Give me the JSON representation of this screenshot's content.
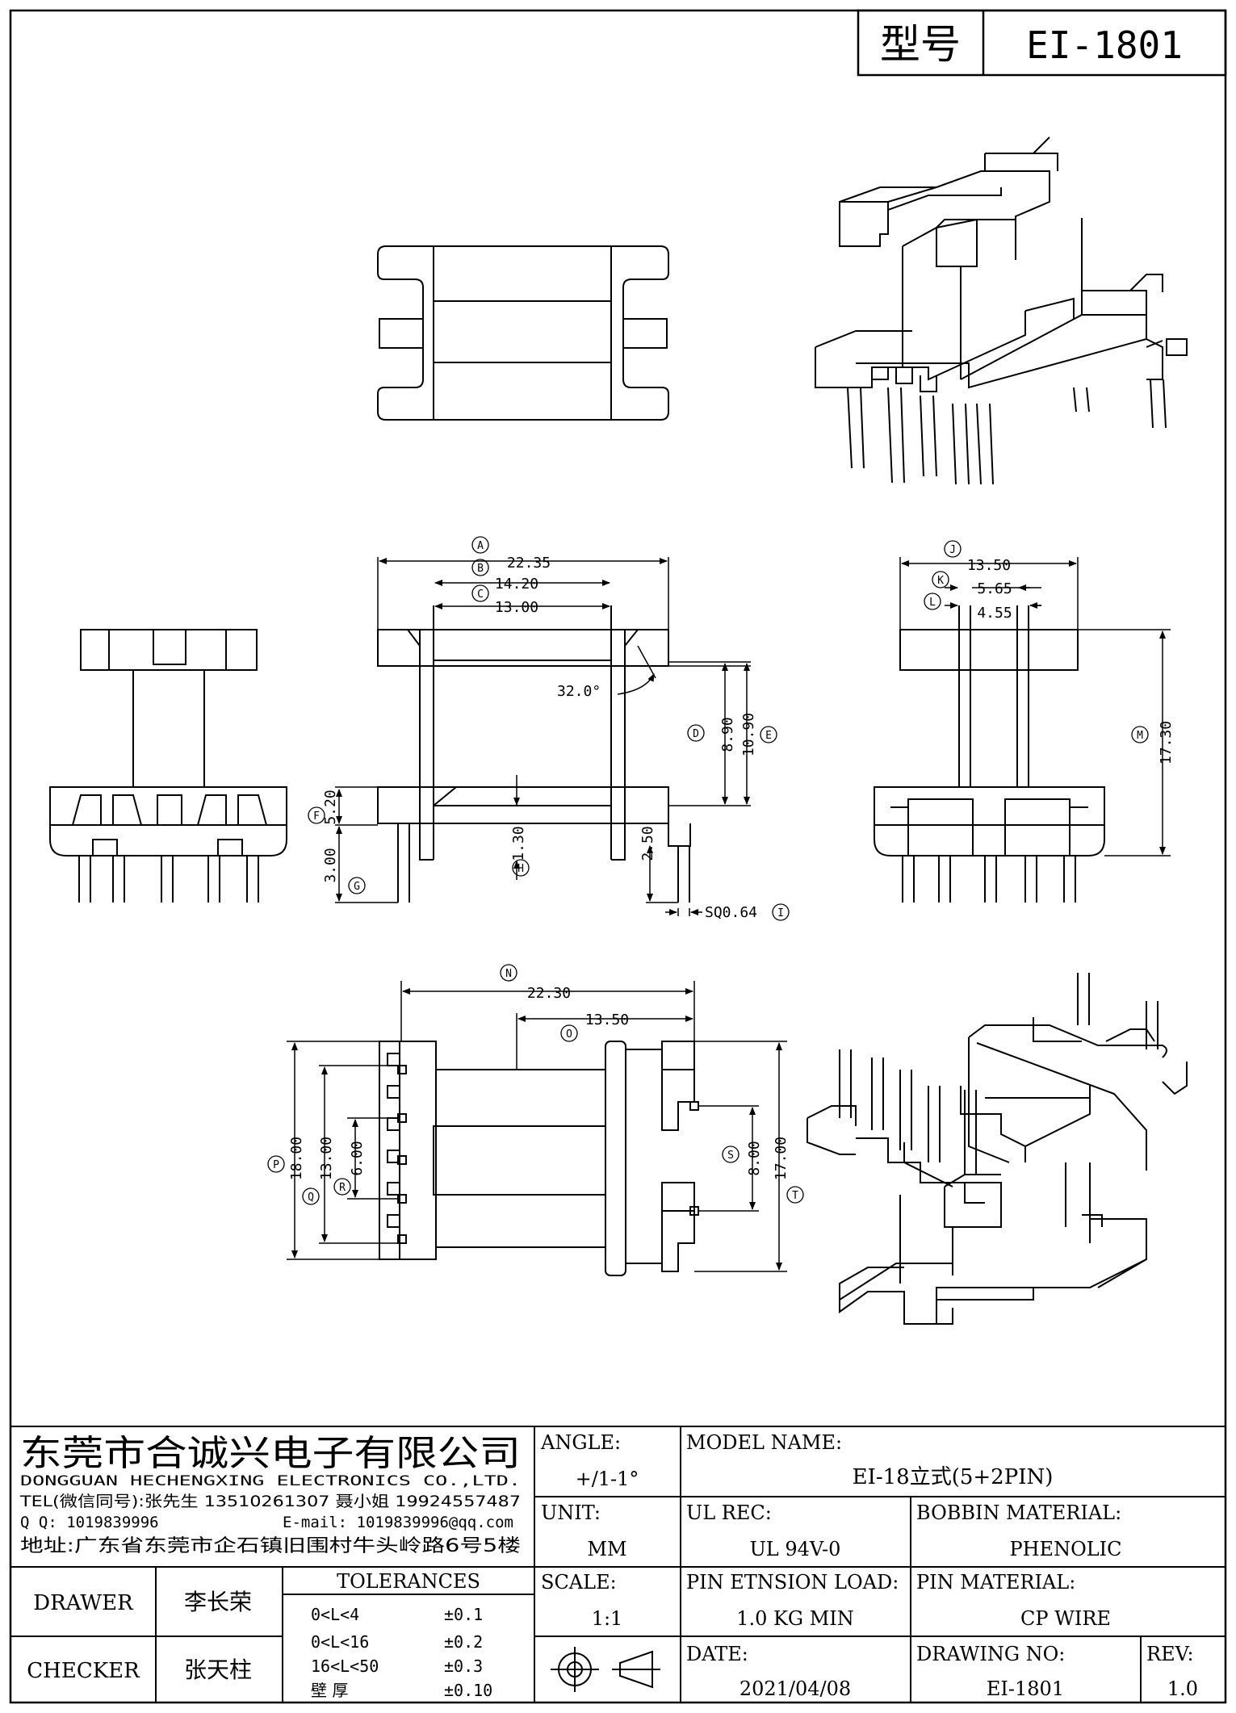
{
  "header": {
    "model_label": "型号",
    "model_value": "EI-1801"
  },
  "dimensions": {
    "A": "22.35",
    "B": "14.20",
    "C": "13.00",
    "angle": "32.0°",
    "D": "8.90",
    "E": "10.90",
    "F": "5.20",
    "G": "3.00",
    "H": "1.30",
    "pin_len": "2.50",
    "I": "SQ0.64",
    "J": "13.50",
    "K": "5.65",
    "L": "4.55",
    "M": "17.30",
    "N": "22.30",
    "O": "13.50",
    "P": "18.00",
    "Q": "13.00",
    "R": "6.00",
    "S": "8.00",
    "T": "17.00"
  },
  "company": {
    "name_cn": "东莞市合诚兴电子有限公司",
    "name_en": "DONGGUAN HECHENGXING ELECTRONICS CO.,LTD.",
    "tel": "TEL(微信同号):张先生 13510261307 聂小姐 19924557487",
    "qq": "Q Q: 1019839996",
    "email": "E-mail: 1019839996@qq.com",
    "address": "地址:广东省东莞市企石镇旧围村牛头岭路6号5楼"
  },
  "title_block": {
    "angle_label": "ANGLE:",
    "angle_value": "+/1-1°",
    "unit_label": "UNIT:",
    "unit_value": "MM",
    "scale_label": "SCALE:",
    "scale_value": "1:1",
    "model_name_label": "MODEL NAME:",
    "model_name_value": "EI-18立式(5+2PIN)",
    "ul_label": "UL REC:",
    "ul_value": "UL 94V-0",
    "bobbin_label": "BOBBIN MATERIAL:",
    "bobbin_value": "PHENOLIC",
    "pin_load_label": "PIN ETNSION LOAD:",
    "pin_load_value": "1.0 KG MIN",
    "pin_material_label": "PIN MATERIAL:",
    "pin_material_value": "CP WIRE",
    "date_label": "DATE:",
    "date_value": "2021/04/08",
    "drawing_no_label": "DRAWING NO:",
    "drawing_no_value": "EI-1801",
    "rev_label": "REV:",
    "rev_value": "1.0",
    "drawer_label": "DRAWER",
    "drawer_name": "李长荣",
    "checker_label": "CHECKER",
    "checker_name": "张天柱",
    "tolerances_label": "TOLERANCES",
    "tolerances": [
      {
        "range": "0<L<4",
        "value": "±0.1"
      },
      {
        "range": "0<L<16",
        "value": "±0.2"
      },
      {
        "range": "16<L<50",
        "value": "±0.3"
      },
      {
        "range": "壁   厚",
        "value": "±0.10"
      }
    ]
  }
}
